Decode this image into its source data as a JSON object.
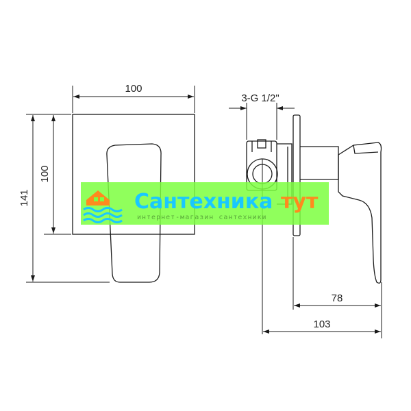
{
  "dimensions": {
    "top_width": "100",
    "left_inner_height": "100",
    "left_outer_height": "141",
    "thread": "3-G 1/2\"",
    "side_short": "78",
    "side_long": "103"
  },
  "watermark": {
    "title_main": "Сантехника",
    "title_accent": "тут",
    "subtitle": "интернет-магазин сантехники",
    "colors": {
      "band": "#7cff3f",
      "title": "#19c8ff",
      "accent": "#ff8a1e",
      "house": "#ff8a1e",
      "waves": "#19c8ff"
    },
    "logo_icon": "house-waves-icon"
  },
  "colors": {
    "line": "#1a1a1a",
    "background": "#ffffff"
  }
}
